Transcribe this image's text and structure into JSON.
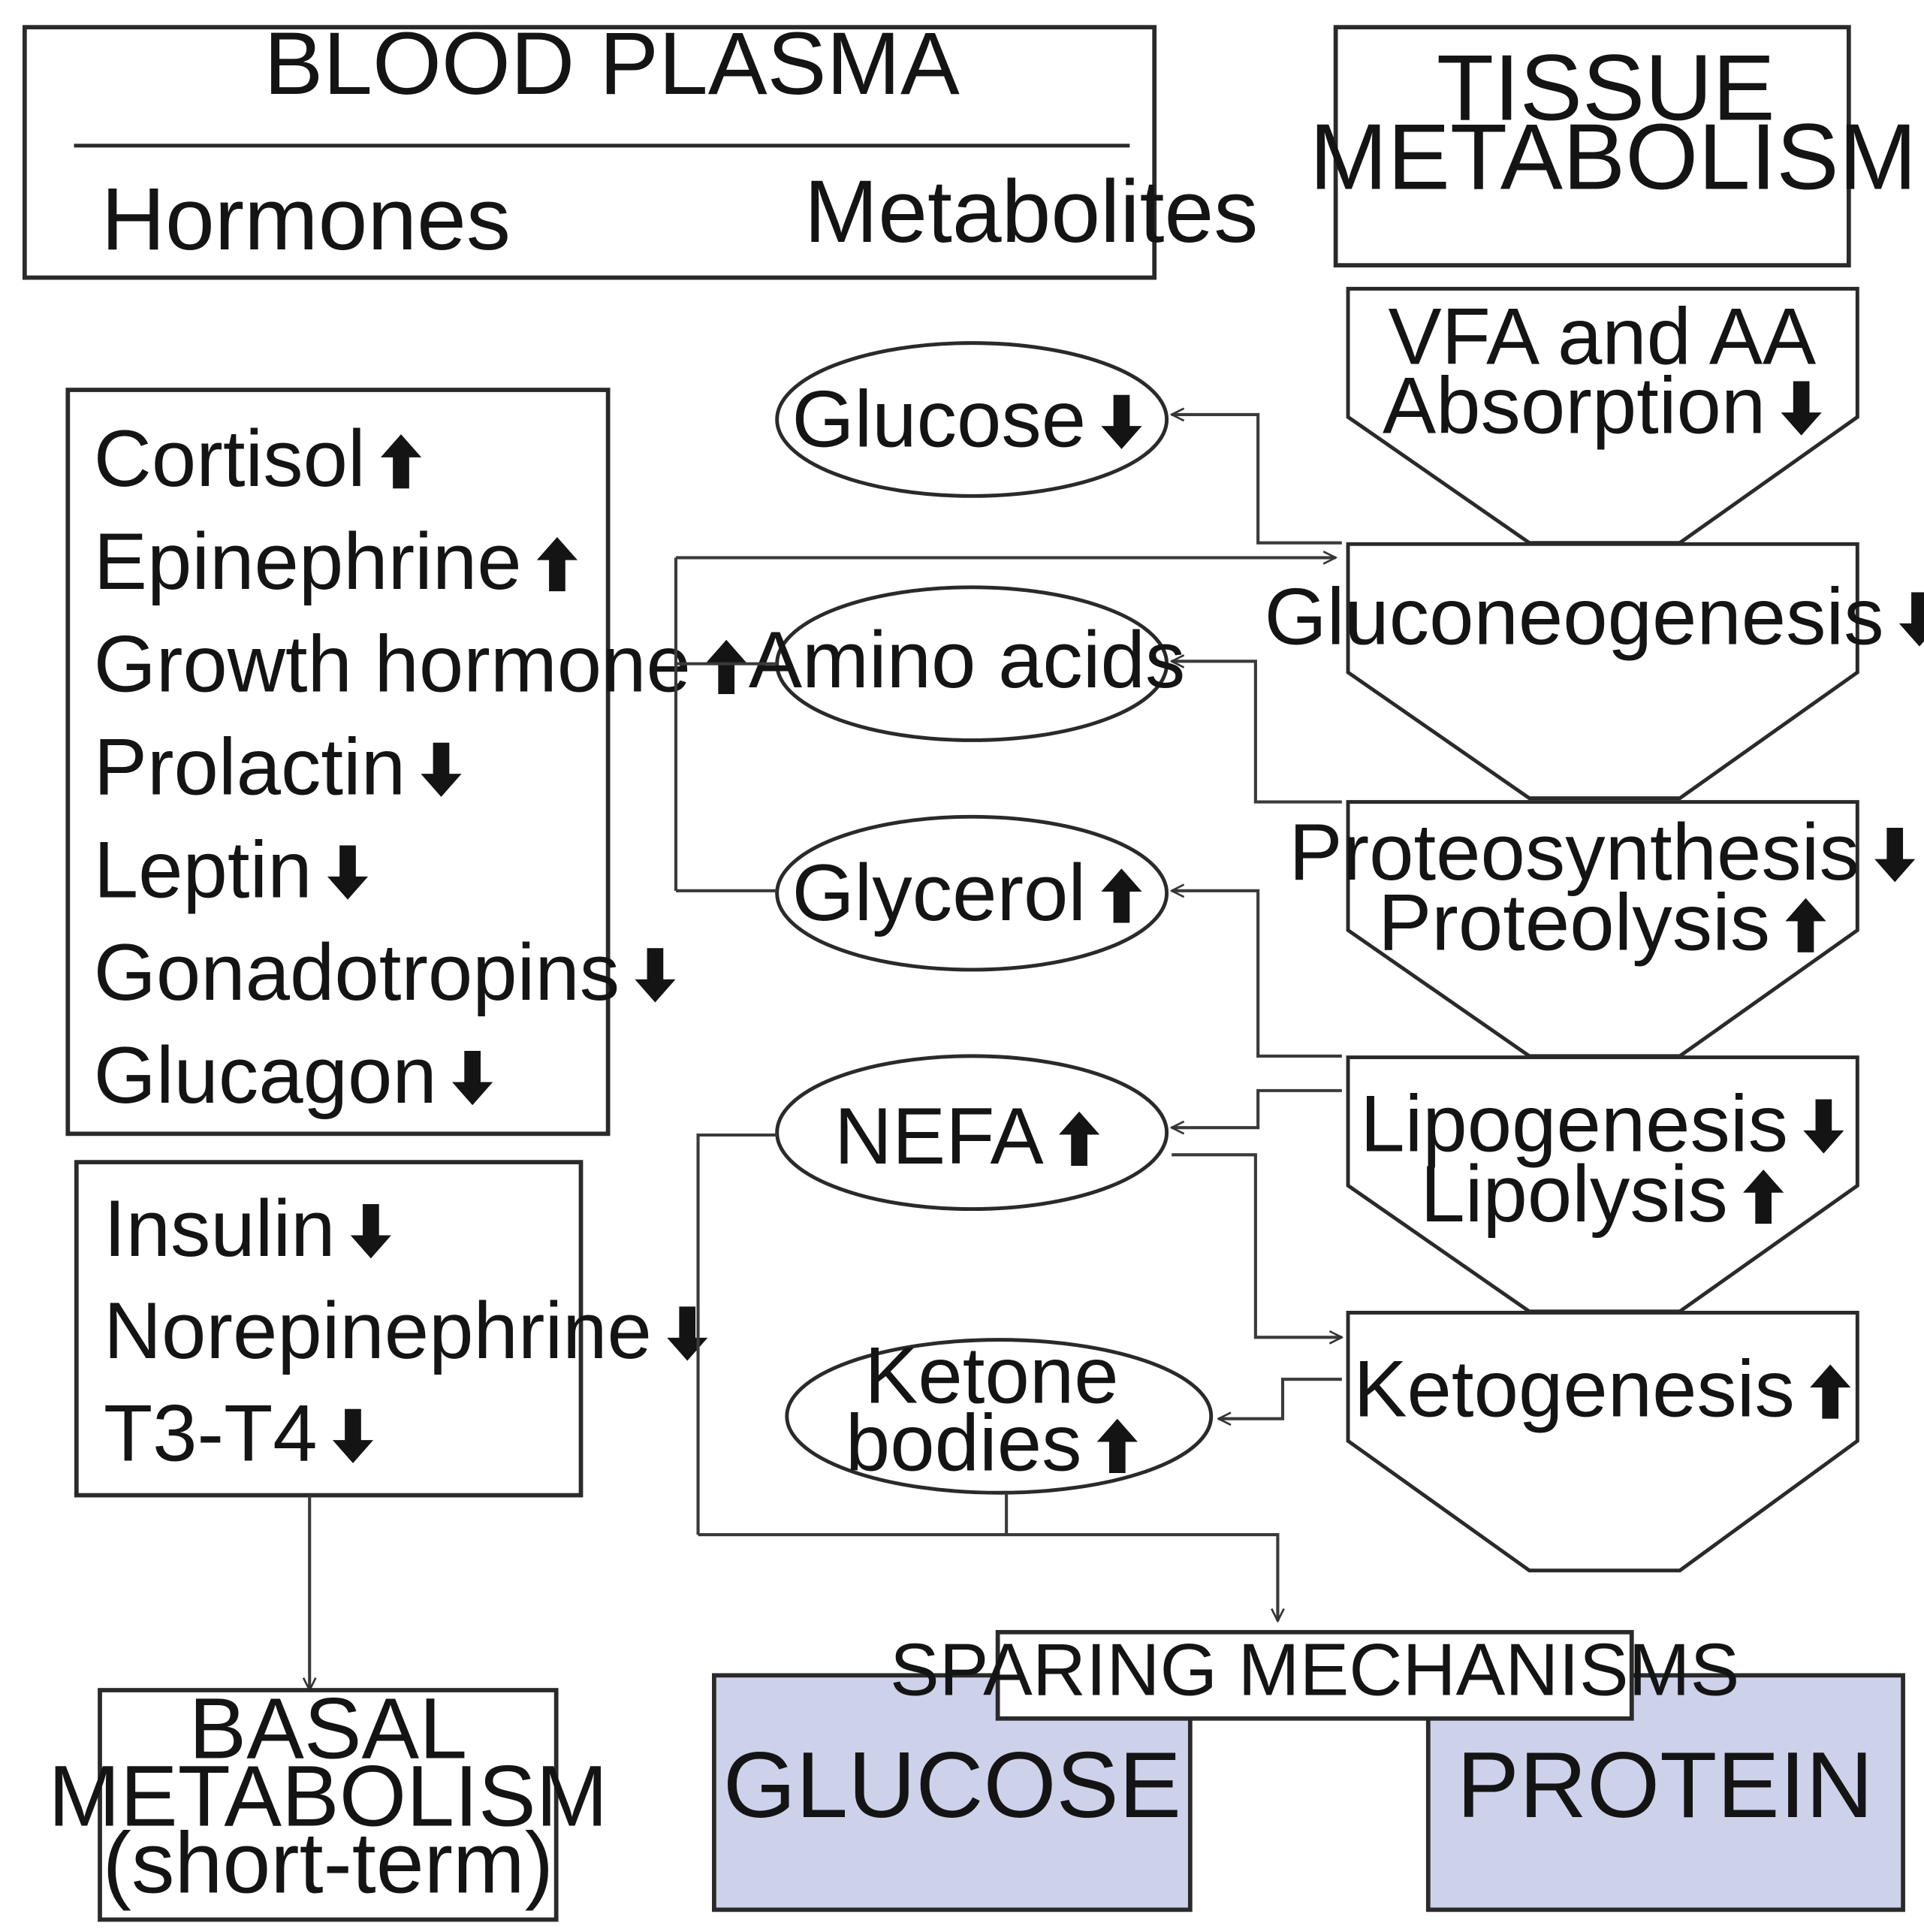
{
  "blood_plasma": {
    "title": "BLOOD PLASMA",
    "hormones_label": "Hormones",
    "metabolites_label": "Metabolites"
  },
  "tissue_metabolism": {
    "title_line1": "TISSUE",
    "title_line2": "METABOLISM"
  },
  "hormones_group1": [
    {
      "name": "Cortisol",
      "trend": "up"
    },
    {
      "name": "Epinephrine",
      "trend": "up"
    },
    {
      "name": "Growth hormone",
      "trend": "up"
    },
    {
      "name": "Prolactin",
      "trend": "down"
    },
    {
      "name": "Leptin",
      "trend": "down"
    },
    {
      "name": "Gonadotropins",
      "trend": "down"
    },
    {
      "name": "Glucagon",
      "trend": "down"
    }
  ],
  "hormones_group2": [
    {
      "name": "Insulin",
      "trend": "down"
    },
    {
      "name": "Norepinephrine",
      "trend": "down"
    },
    {
      "name": "T3-T4",
      "trend": "down"
    }
  ],
  "basal_metabolism": {
    "line1": "BASAL",
    "line2": "METABOLISM",
    "line3": "(short-term)"
  },
  "metabolites": [
    {
      "line1": "Glucose",
      "trend": "down"
    },
    {
      "line1": "Amino acids"
    },
    {
      "line1": "Glycerol",
      "trend": "up"
    },
    {
      "line1": "NEFA",
      "trend": "up"
    },
    {
      "line1": "Ketone",
      "line2": "bodies",
      "trend": "up"
    }
  ],
  "tissue_processes": [
    {
      "line1": "VFA and AA",
      "line2": "Absorption",
      "trend2": "down"
    },
    {
      "line1": "Gluconeogenesis",
      "trend1": "down"
    },
    {
      "line1": "Proteosynthesis",
      "trend1": "down",
      "line2": "Proteolysis",
      "trend2": "up"
    },
    {
      "line1": "Lipogenesis",
      "trend1": "down",
      "line2": "Lipolysis",
      "trend2": "up"
    },
    {
      "line1": "Ketogenesis",
      "trend1": "up"
    }
  ],
  "sparing": {
    "title": "SPARING MECHANISMS",
    "left": "GLUCOSE",
    "right": "PROTEIN"
  },
  "colors": {
    "sparing_fill": "#cdd1ea",
    "stroke": "#2a2a2a",
    "text": "#141414"
  },
  "icons": {
    "up": "arrow-up-icon",
    "down": "arrow-down-icon"
  }
}
